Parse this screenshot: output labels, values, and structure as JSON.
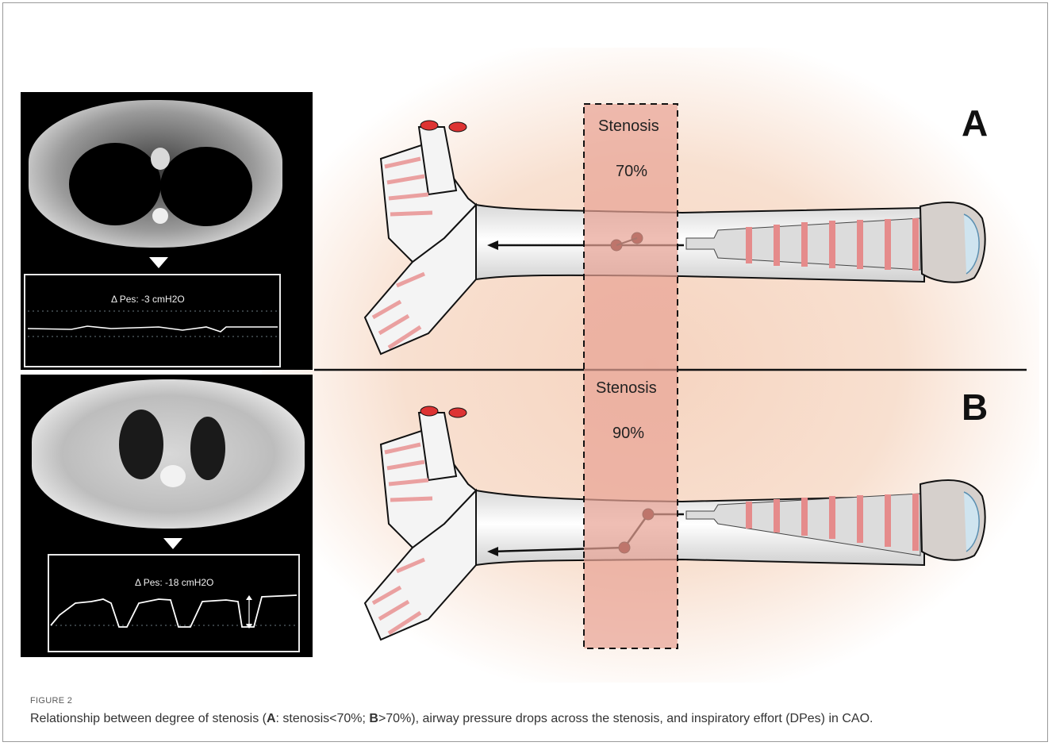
{
  "figure": {
    "label": "FIGURE 2",
    "caption_parts": [
      {
        "text": "Relationship between degree of stenosis (",
        "bold": false
      },
      {
        "text": "A",
        "bold": true
      },
      {
        "text": ": stenosis<70%; ",
        "bold": false
      },
      {
        "text": "B",
        "bold": true
      },
      {
        "text": ">70%), airway pressure drops across the stenosis, and inspiratory effort (DPes) in CAO.",
        "bold": false
      }
    ]
  },
  "panels": [
    {
      "letter": "A",
      "stenosis_label": "Stenosis",
      "stenosis_percent": "70%",
      "pes_label": "Δ Pes: -3 cmH2O"
    },
    {
      "letter": "B",
      "stenosis_label": "Stenosis",
      "stenosis_percent": "90%",
      "pes_label": "Δ Pes: -18 cmH2O"
    }
  ],
  "colors": {
    "stenosis_band": "#e8a394",
    "ring_pink": "#eaa0a0",
    "airway_body": "#f4f4f4",
    "marker_dot": "#5a0d0d",
    "glow": "#f6d4c0"
  }
}
